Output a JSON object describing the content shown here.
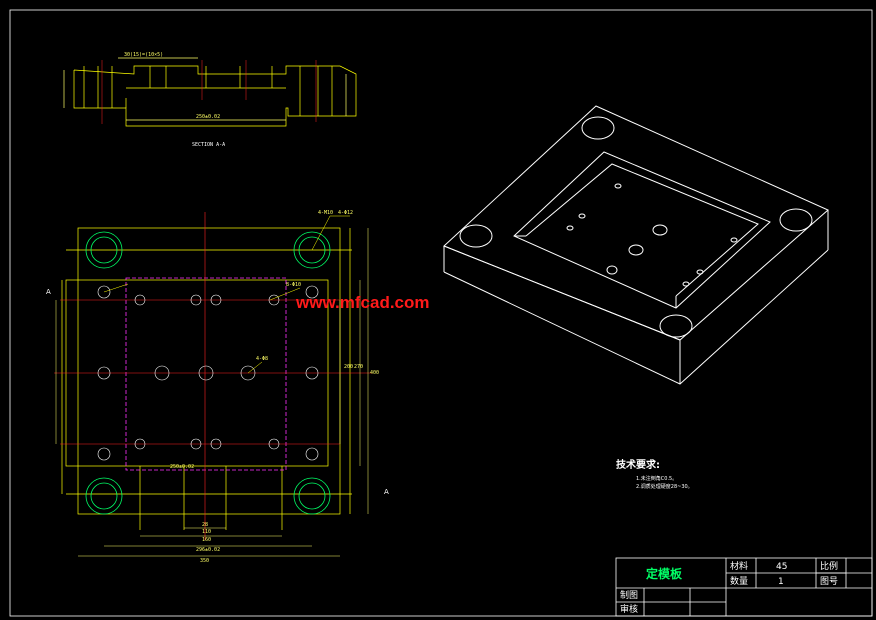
{
  "watermark": "www.mfcad.com",
  "section_label": "SECTION A-A",
  "marker_a": "A",
  "tech_requirements": {
    "title": "技术要求:",
    "items": [
      "1.未注倒角C0.5。",
      "2.调质处理硬度28~30。"
    ]
  },
  "title_block": {
    "part_name": "定模板",
    "material_label": "材料",
    "material_value": "45",
    "scale_label": "比例",
    "quantity_label": "数量",
    "quantity_value": "1",
    "drawing_no_label": "图号",
    "drawn_label": "制图",
    "checked_label": "审核"
  },
  "dimensions": {
    "width_total": "350",
    "width_1": "296±0.02",
    "width_2": "160",
    "width_3": "110",
    "width_4": "28",
    "height_1": "200",
    "height_2": "270",
    "height_3": "400",
    "inner_pocket": "250±0.02",
    "thread_1": "4-M10",
    "thread_2": "4-Φ12",
    "hole_1": "8-Φ10",
    "hole_2": "4-Φ8",
    "section_width": "250±0.02",
    "section_top": "30(15)=(10×5)"
  },
  "colors": {
    "background": "#000000",
    "frame": "#ffffff",
    "outline": "#ffff00",
    "holes": "#00ff66",
    "center": "#ff2020",
    "pocket": "#ff33ff",
    "watermark": "#ff1a1a"
  }
}
